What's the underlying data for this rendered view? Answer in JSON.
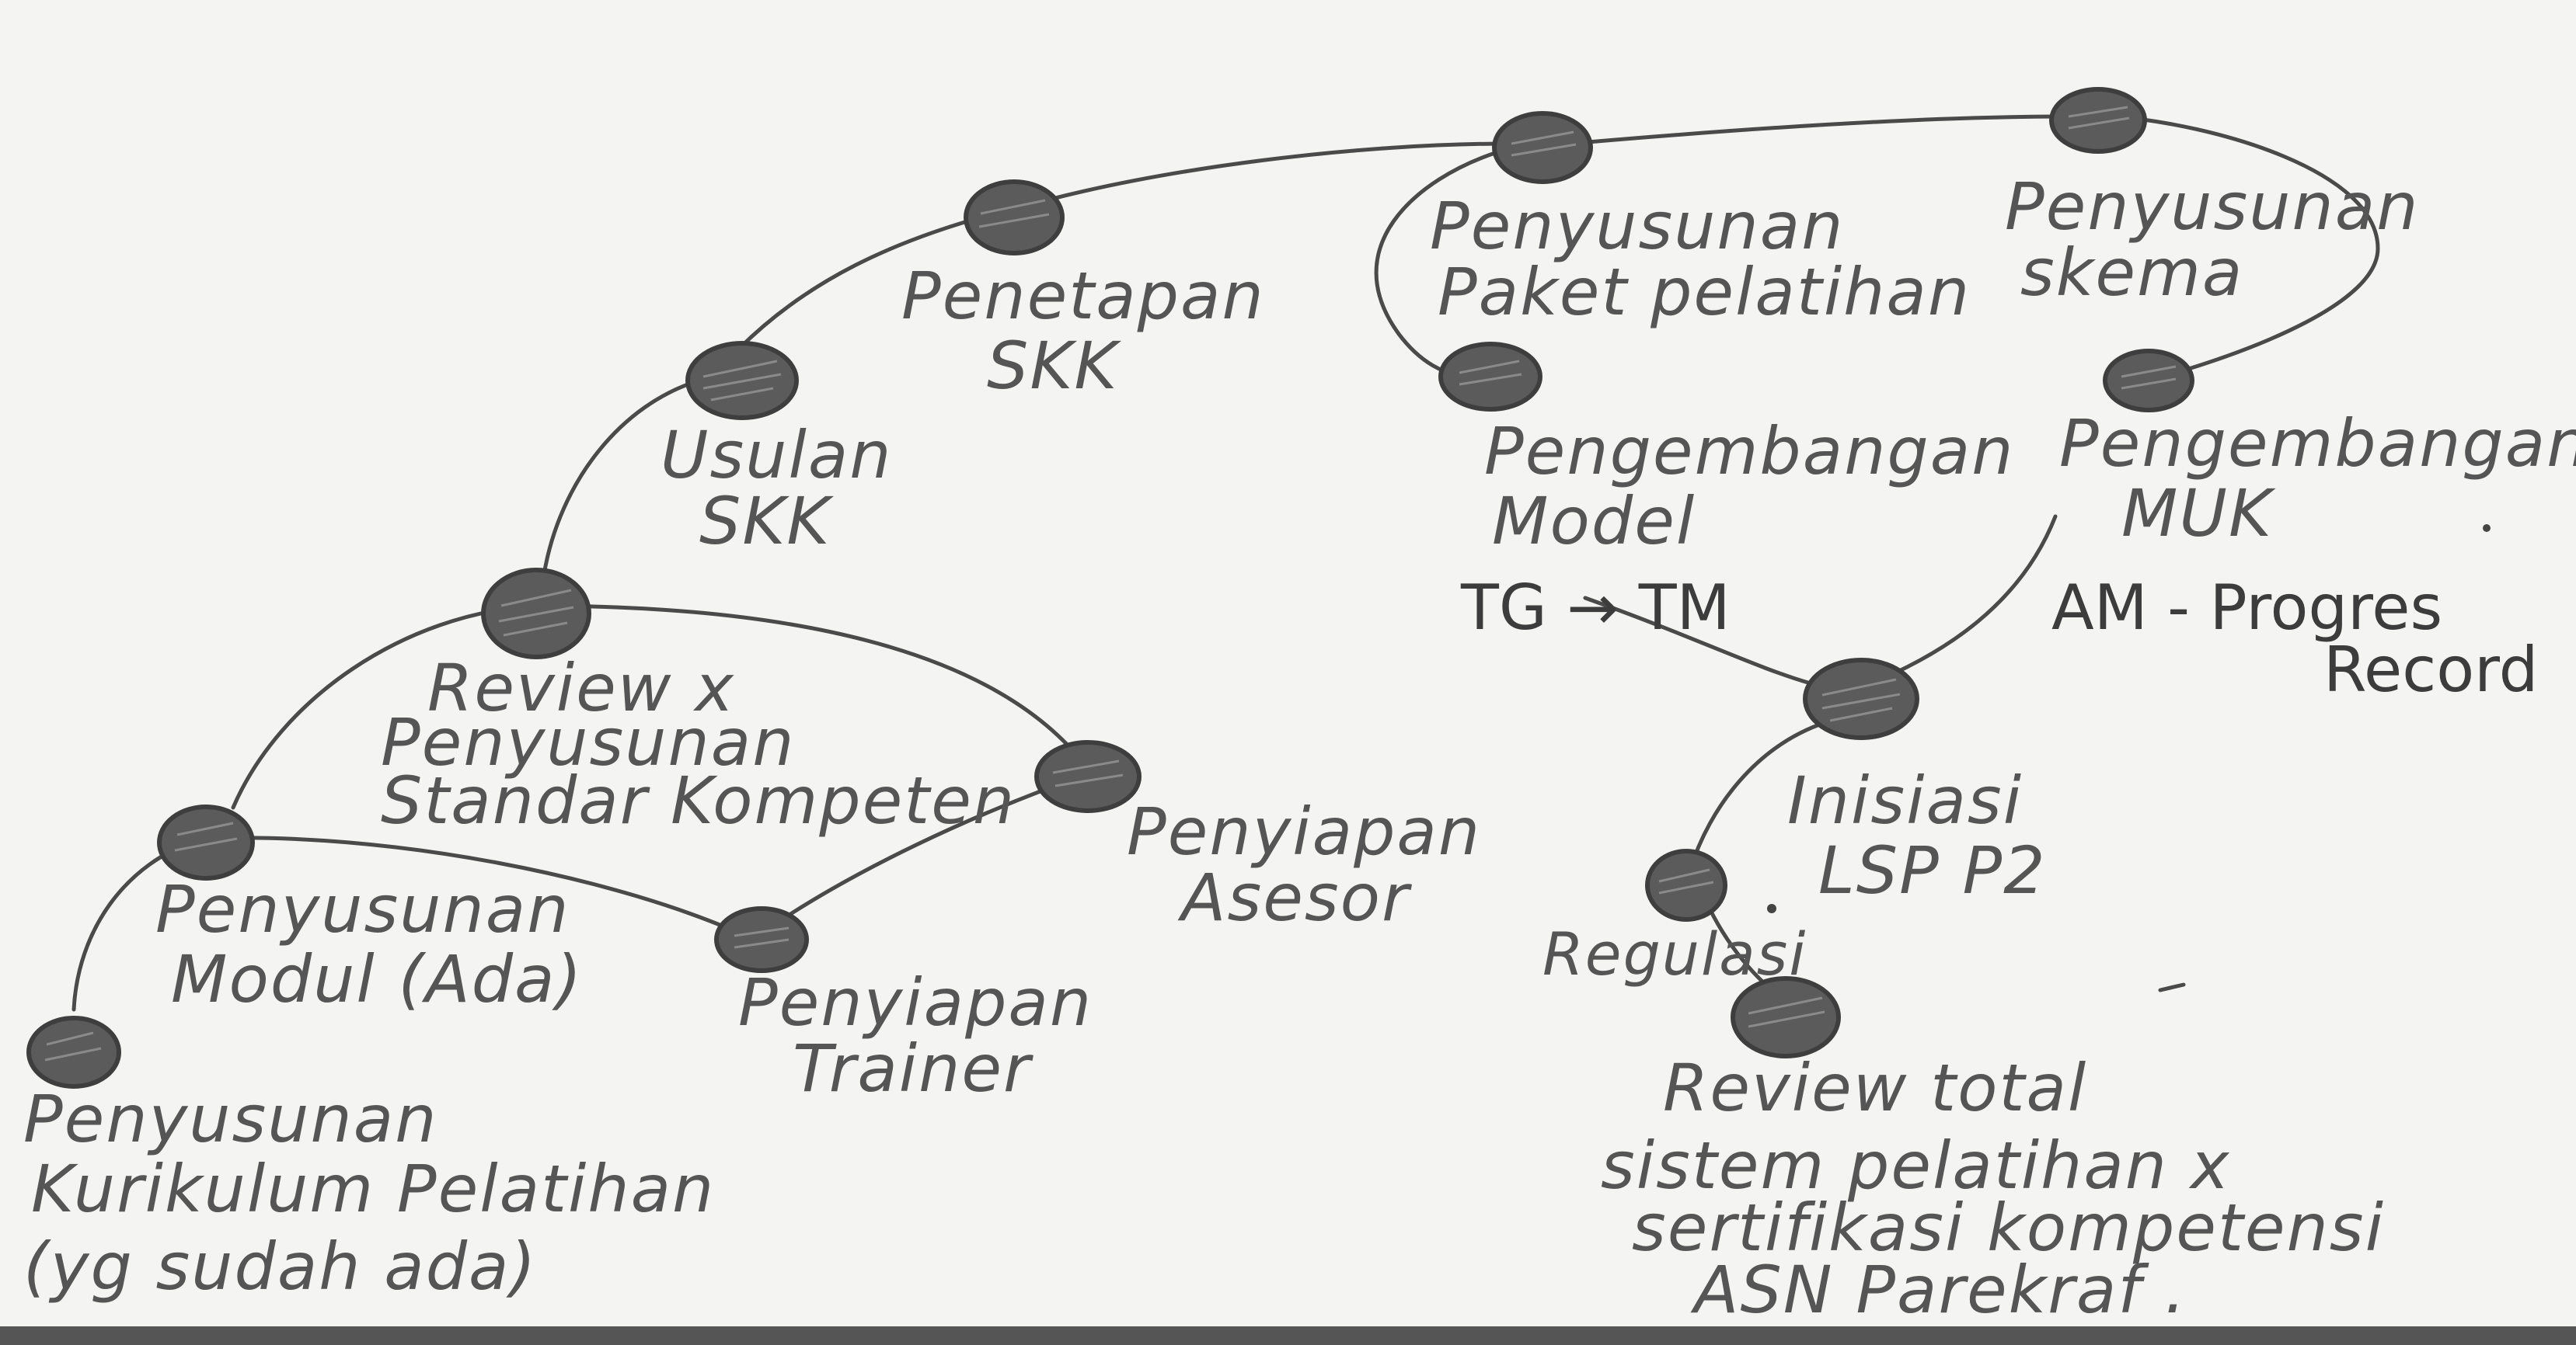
{
  "diagram": {
    "nodes": [
      {
        "id": "penyusunan-kurikulum",
        "label_lines": [
          "Penyusunan",
          "Kurikulum Pelatihan",
          "(yg sudah ada)"
        ]
      },
      {
        "id": "penyusunan-modul",
        "label_lines": [
          "Penyusunan",
          "Modul (Ada)"
        ]
      },
      {
        "id": "review-penyusunan-standar",
        "label_lines": [
          "Review x",
          "Penyusunan",
          "Standar Kompeten"
        ]
      },
      {
        "id": "usulan-skk",
        "label_lines": [
          "Usulan",
          "SKK"
        ]
      },
      {
        "id": "penetapan-skk",
        "label_lines": [
          "Penetapan",
          "SKK"
        ]
      },
      {
        "id": "penyusunan-paket-pelatihan",
        "label_lines": [
          "Penyusunan",
          "Paket pelatihan"
        ]
      },
      {
        "id": "penyusunan-skema",
        "label_lines": [
          "Penyusunan",
          "skema"
        ]
      },
      {
        "id": "pengembangan-model",
        "label_lines": [
          "Pengembangan",
          "Model"
        ]
      },
      {
        "id": "pengembangan-muk",
        "label_lines": [
          "Pengembangan",
          "MUK"
        ]
      },
      {
        "id": "penyiapan-trainer",
        "label_lines": [
          "Penyiapan",
          "Trainer"
        ]
      },
      {
        "id": "penyiapan-asesor",
        "label_lines": [
          "Penyiapan",
          "Asesor"
        ]
      },
      {
        "id": "inisiasi-lsp",
        "label_lines": [
          "Inisiasi",
          "LSP P2"
        ]
      },
      {
        "id": "regulasi",
        "label_lines": [
          "Regulasi"
        ]
      },
      {
        "id": "review-total",
        "label_lines": [
          "Review total",
          "sistem pelatihan x",
          "sertifikasi kompetensi",
          "ASN Parekraf ."
        ]
      }
    ],
    "annotations": {
      "tg_tm": "TG → TM",
      "am_progress": [
        "AM - Progres",
        "Record"
      ]
    }
  }
}
